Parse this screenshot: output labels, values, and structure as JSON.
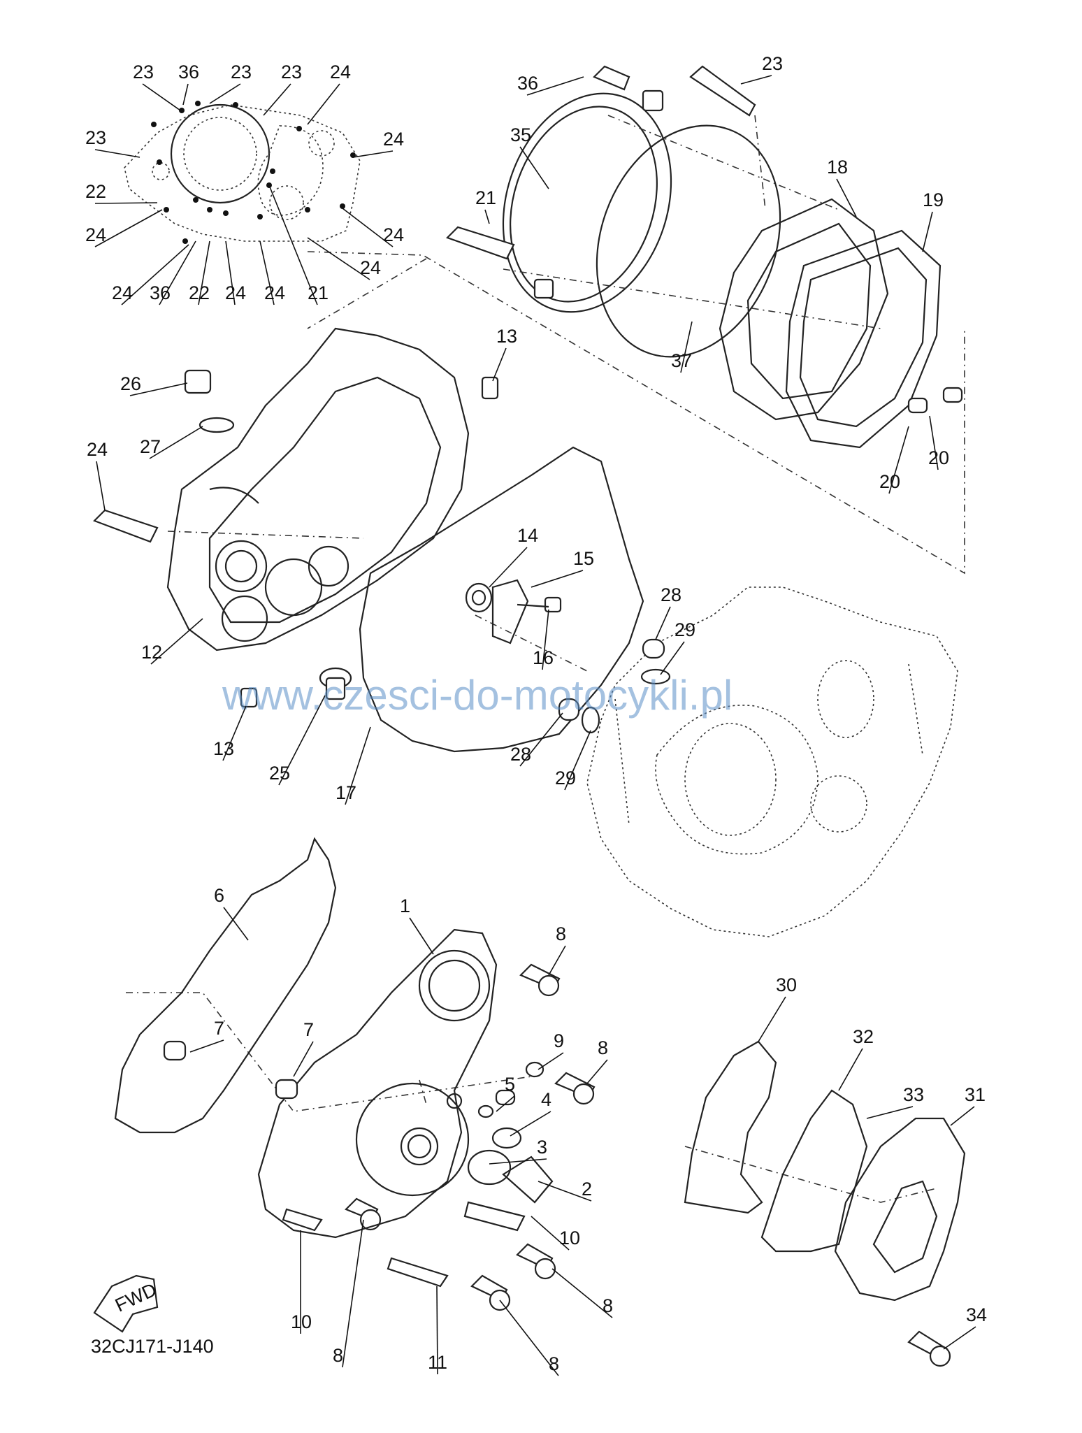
{
  "diagram": {
    "drawing_code": "32CJ171-J140",
    "watermark": "www.czesci-do-motocykli.pl",
    "fwd_label": "FWD",
    "callouts": [
      {
        "id": "c-23a",
        "text": "23"
      },
      {
        "id": "c-36a",
        "text": "36"
      },
      {
        "id": "c-23b",
        "text": "23"
      },
      {
        "id": "c-23c",
        "text": "23"
      },
      {
        "id": "c-24a",
        "text": "24"
      },
      {
        "id": "c-23d",
        "text": "23"
      },
      {
        "id": "c-24b",
        "text": "24"
      },
      {
        "id": "c-22a",
        "text": "22"
      },
      {
        "id": "c-24c",
        "text": "24"
      },
      {
        "id": "c-24d",
        "text": "24"
      },
      {
        "id": "c-24e",
        "text": "24"
      },
      {
        "id": "c-24f",
        "text": "24"
      },
      {
        "id": "c-36b",
        "text": "36"
      },
      {
        "id": "c-22b",
        "text": "22"
      },
      {
        "id": "c-24g",
        "text": "24"
      },
      {
        "id": "c-24h",
        "text": "24"
      },
      {
        "id": "c-21a",
        "text": "21"
      },
      {
        "id": "c-36c",
        "text": "36"
      },
      {
        "id": "c-23e",
        "text": "23"
      },
      {
        "id": "c-35",
        "text": "35"
      },
      {
        "id": "c-18",
        "text": "18"
      },
      {
        "id": "c-19",
        "text": "19"
      },
      {
        "id": "c-21b",
        "text": "21"
      },
      {
        "id": "c-37",
        "text": "37"
      },
      {
        "id": "c-20a",
        "text": "20"
      },
      {
        "id": "c-20b",
        "text": "20"
      },
      {
        "id": "c-13a",
        "text": "13"
      },
      {
        "id": "c-26",
        "text": "26"
      },
      {
        "id": "c-27",
        "text": "27"
      },
      {
        "id": "c-24i",
        "text": "24"
      },
      {
        "id": "c-14",
        "text": "14"
      },
      {
        "id": "c-15",
        "text": "15"
      },
      {
        "id": "c-16",
        "text": "16"
      },
      {
        "id": "c-28a",
        "text": "28"
      },
      {
        "id": "c-29a",
        "text": "29"
      },
      {
        "id": "c-12",
        "text": "12"
      },
      {
        "id": "c-13b",
        "text": "13"
      },
      {
        "id": "c-25",
        "text": "25"
      },
      {
        "id": "c-28b",
        "text": "28"
      },
      {
        "id": "c-29b",
        "text": "29"
      },
      {
        "id": "c-17",
        "text": "17"
      },
      {
        "id": "c-6",
        "text": "6"
      },
      {
        "id": "c-1",
        "text": "1"
      },
      {
        "id": "c-8a",
        "text": "8"
      },
      {
        "id": "c-9",
        "text": "9"
      },
      {
        "id": "c-8b",
        "text": "8"
      },
      {
        "id": "c-7a",
        "text": "7"
      },
      {
        "id": "c-7b",
        "text": "7"
      },
      {
        "id": "c-5",
        "text": "5"
      },
      {
        "id": "c-4",
        "text": "4"
      },
      {
        "id": "c-3",
        "text": "3"
      },
      {
        "id": "c-2",
        "text": "2"
      },
      {
        "id": "c-10a",
        "text": "10"
      },
      {
        "id": "c-10b",
        "text": "10"
      },
      {
        "id": "c-8c",
        "text": "8"
      },
      {
        "id": "c-8d",
        "text": "8"
      },
      {
        "id": "c-11",
        "text": "11"
      },
      {
        "id": "c-8e",
        "text": "8"
      },
      {
        "id": "c-30",
        "text": "30"
      },
      {
        "id": "c-32",
        "text": "32"
      },
      {
        "id": "c-33",
        "text": "33"
      },
      {
        "id": "c-31",
        "text": "31"
      },
      {
        "id": "c-34",
        "text": "34"
      }
    ]
  }
}
